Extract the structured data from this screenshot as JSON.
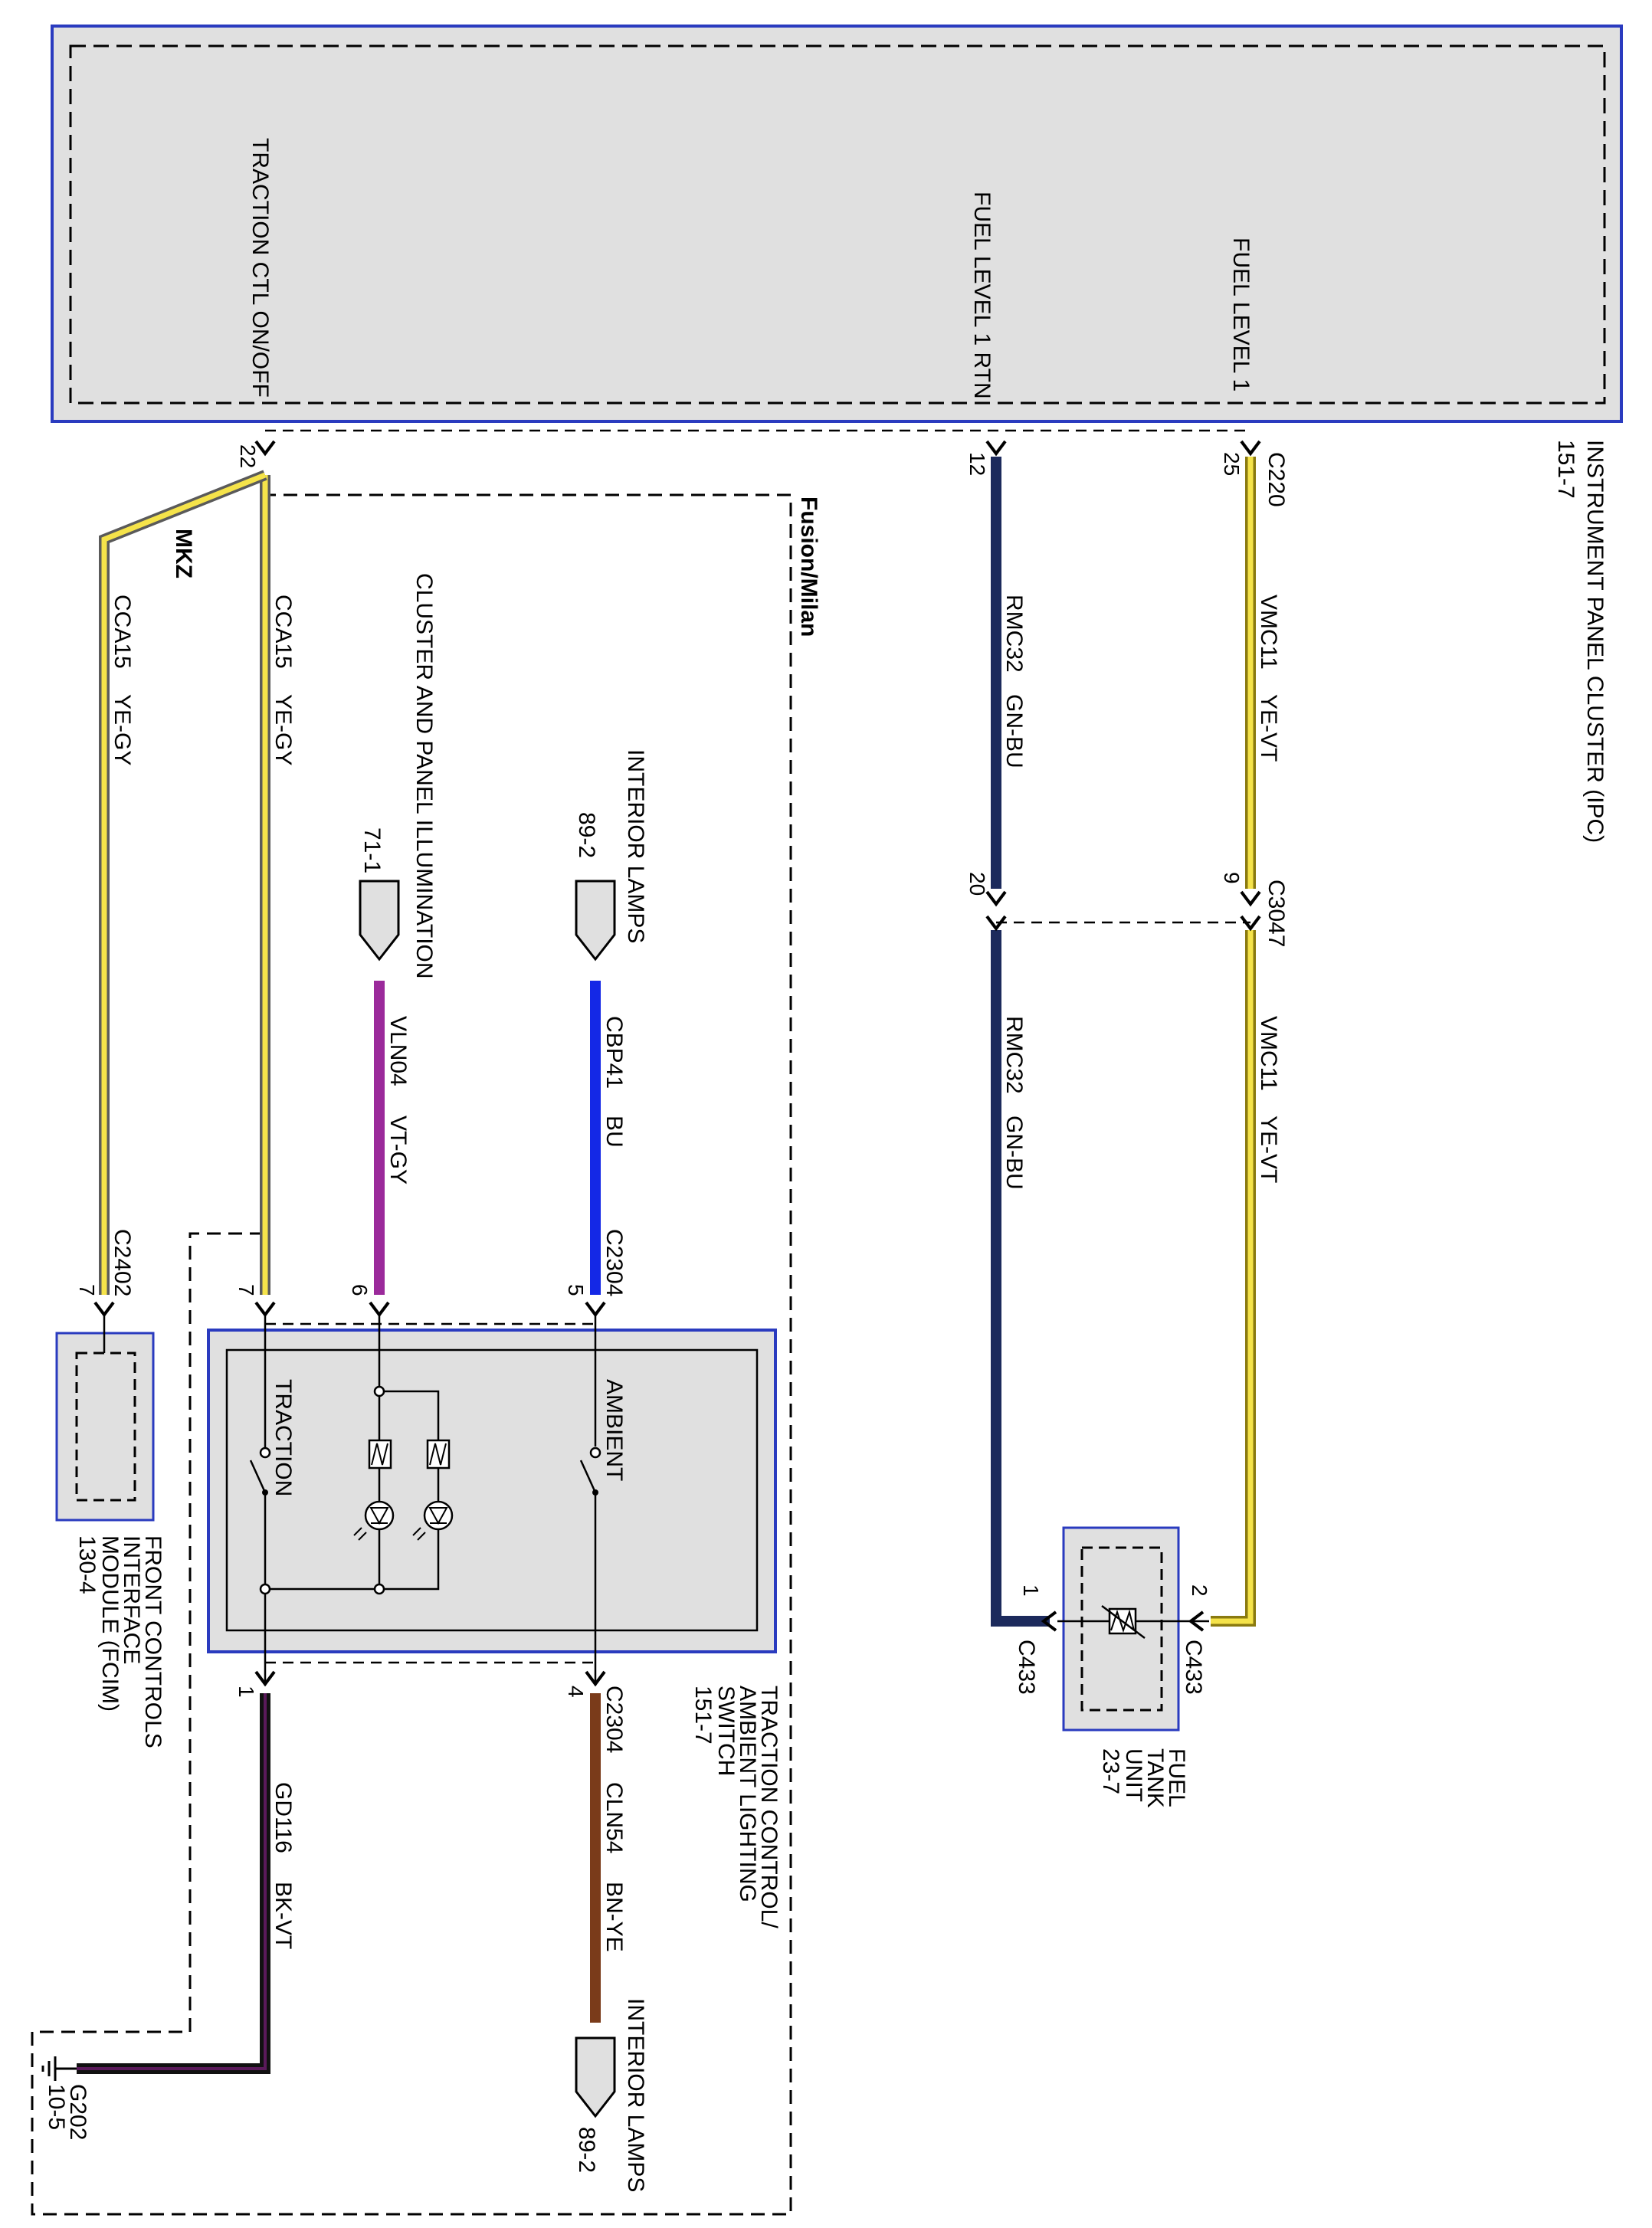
{
  "colors": {
    "module_border": "#2a3bbf",
    "module_fill": "#e0e0e0",
    "dash": "#000000",
    "yellow": "#f5e34a",
    "gray": "#8a8a8a",
    "violet": "#9b2a9b",
    "blue": "#1428e6",
    "brown": "#7a3b1a",
    "black": "#111111",
    "green_dark": "#1c2a5c"
  },
  "ipc": {
    "title": "INSTRUMENT PANEL CLUSTER (IPC)",
    "ref": "151-7",
    "pins": [
      {
        "name": "TRACTION CTL ON/OFF",
        "pin": "22"
      },
      {
        "name": "FUEL LEVEL 1 RTN",
        "pin": "12"
      },
      {
        "name": "FUEL LEVEL 1",
        "pin": "25"
      }
    ],
    "connector": "C220"
  },
  "variant_label": "Fusion/Milan",
  "mkz_label": "MKZ",
  "wires": {
    "vmc11_a": {
      "circuit": "VMC11",
      "color": "YE-VT"
    },
    "vmc11_b": {
      "circuit": "VMC11",
      "color": "YE-VT"
    },
    "rmc32_a": {
      "circuit": "RMC32",
      "color": "GN-BU"
    },
    "rmc32_b": {
      "circuit": "RMC32",
      "color": "GN-BU"
    },
    "cca15_fusion": {
      "circuit": "CCA15",
      "color": "YE-GY"
    },
    "cca15_mkz": {
      "circuit": "CCA15",
      "color": "YE-GY"
    },
    "cbp41": {
      "circuit": "CBP41",
      "color": "BU"
    },
    "vln04": {
      "circuit": "VLN04",
      "color": "VT-GY"
    },
    "cln54": {
      "circuit": "CLN54",
      "color": "BN-YE"
    },
    "gd116": {
      "circuit": "GD116",
      "color": "BK-VT"
    }
  },
  "connectors": {
    "c3047": {
      "name": "C3047",
      "pin_a": "9",
      "pin_b": "20"
    },
    "c433": {
      "name_a": "C433",
      "name_b": "C433",
      "pin_a": "2",
      "pin_b": "1"
    },
    "c2304_top": {
      "name": "C2304",
      "pins": [
        "5",
        "6",
        "7"
      ]
    },
    "c2304_bottom": {
      "name": "C2304",
      "pins": [
        "4",
        "1"
      ]
    },
    "c2402": {
      "name": "C2402",
      "pin": "7"
    }
  },
  "offpage": {
    "interior_lamps_top": {
      "label": "INTERIOR LAMPS",
      "ref": "89-2"
    },
    "cluster_illum": {
      "label": "CLUSTER AND PANEL ILLUMINATION",
      "ref": "71-1"
    },
    "interior_lamps_bottom": {
      "label": "INTERIOR LAMPS",
      "ref": "89-2"
    }
  },
  "fuel_tank": {
    "line1": "FUEL",
    "line2": "TANK",
    "line3": "UNIT",
    "ref": "23-7"
  },
  "switch": {
    "line1": "TRACTION CONTROL/",
    "line2": "AMBIENT LIGHTING",
    "line3": "SWITCH",
    "ref": "151-7",
    "ambient": "AMBIENT",
    "traction": "TRACTION"
  },
  "fcim": {
    "line1": "FRONT CONTROLS",
    "line2": "INTERFACE",
    "line3": "MODULE (FCIM)",
    "ref": "130-4"
  },
  "ground": {
    "name": "G202",
    "ref": "10-5"
  }
}
